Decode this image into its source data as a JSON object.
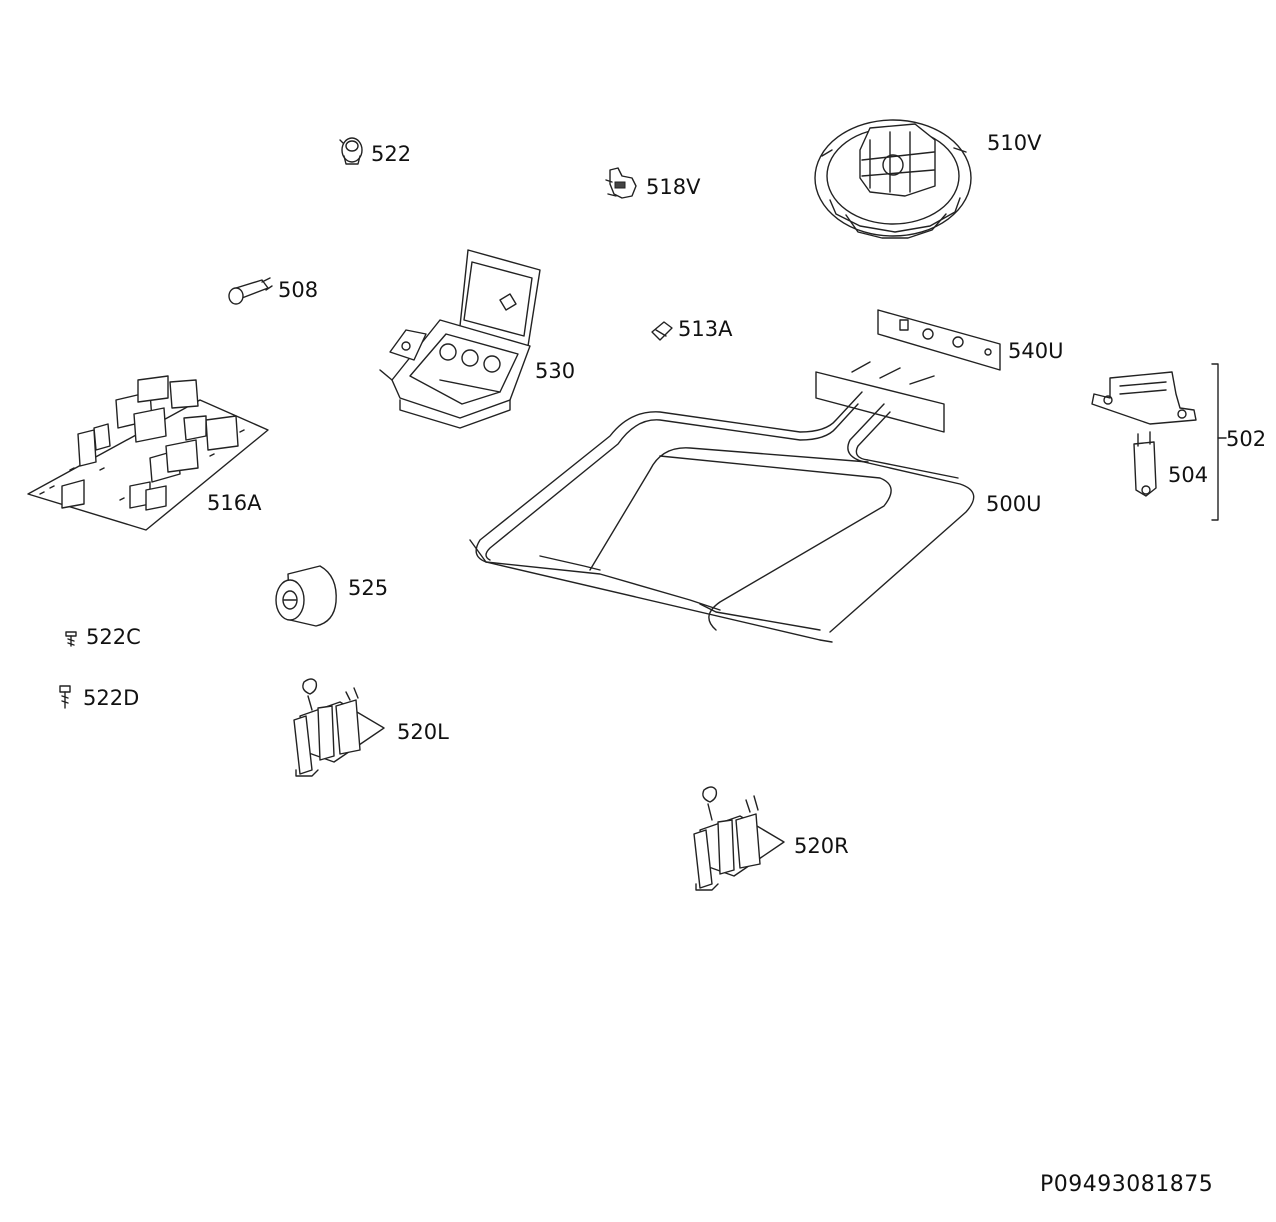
{
  "parts": [
    {
      "id": "p522",
      "label": "522",
      "icon": "lamp-holder-icon"
    },
    {
      "id": "p518V",
      "label": "518V",
      "icon": "clip-icon"
    },
    {
      "id": "p510V",
      "label": "510V",
      "icon": "fan-motor-icon"
    },
    {
      "id": "p508",
      "label": "508",
      "icon": "indicator-lamp-icon"
    },
    {
      "id": "p530",
      "label": "530",
      "icon": "terminal-block-icon"
    },
    {
      "id": "p513A",
      "label": "513A",
      "icon": "knob-cap-icon"
    },
    {
      "id": "p540U",
      "label": "540U",
      "icon": "mounting-plate-icon"
    },
    {
      "id": "p502",
      "label": "502",
      "icon": "thermostat-assembly-icon"
    },
    {
      "id": "p504",
      "label": "504",
      "icon": "thermal-fuse-icon"
    },
    {
      "id": "p516A",
      "label": "516A",
      "icon": "circuit-board-icon"
    },
    {
      "id": "p500U",
      "label": "500U",
      "icon": "heating-element-icon"
    },
    {
      "id": "p525",
      "label": "525",
      "icon": "capacitor-icon"
    },
    {
      "id": "p522C",
      "label": "522C",
      "icon": "screw-icon"
    },
    {
      "id": "p522D",
      "label": "522D",
      "icon": "screw-icon"
    },
    {
      "id": "p520L",
      "label": "520L",
      "icon": "door-switch-icon"
    },
    {
      "id": "p520R",
      "label": "520R",
      "icon": "door-switch-icon"
    }
  ],
  "drawing_code": "P09493081875"
}
